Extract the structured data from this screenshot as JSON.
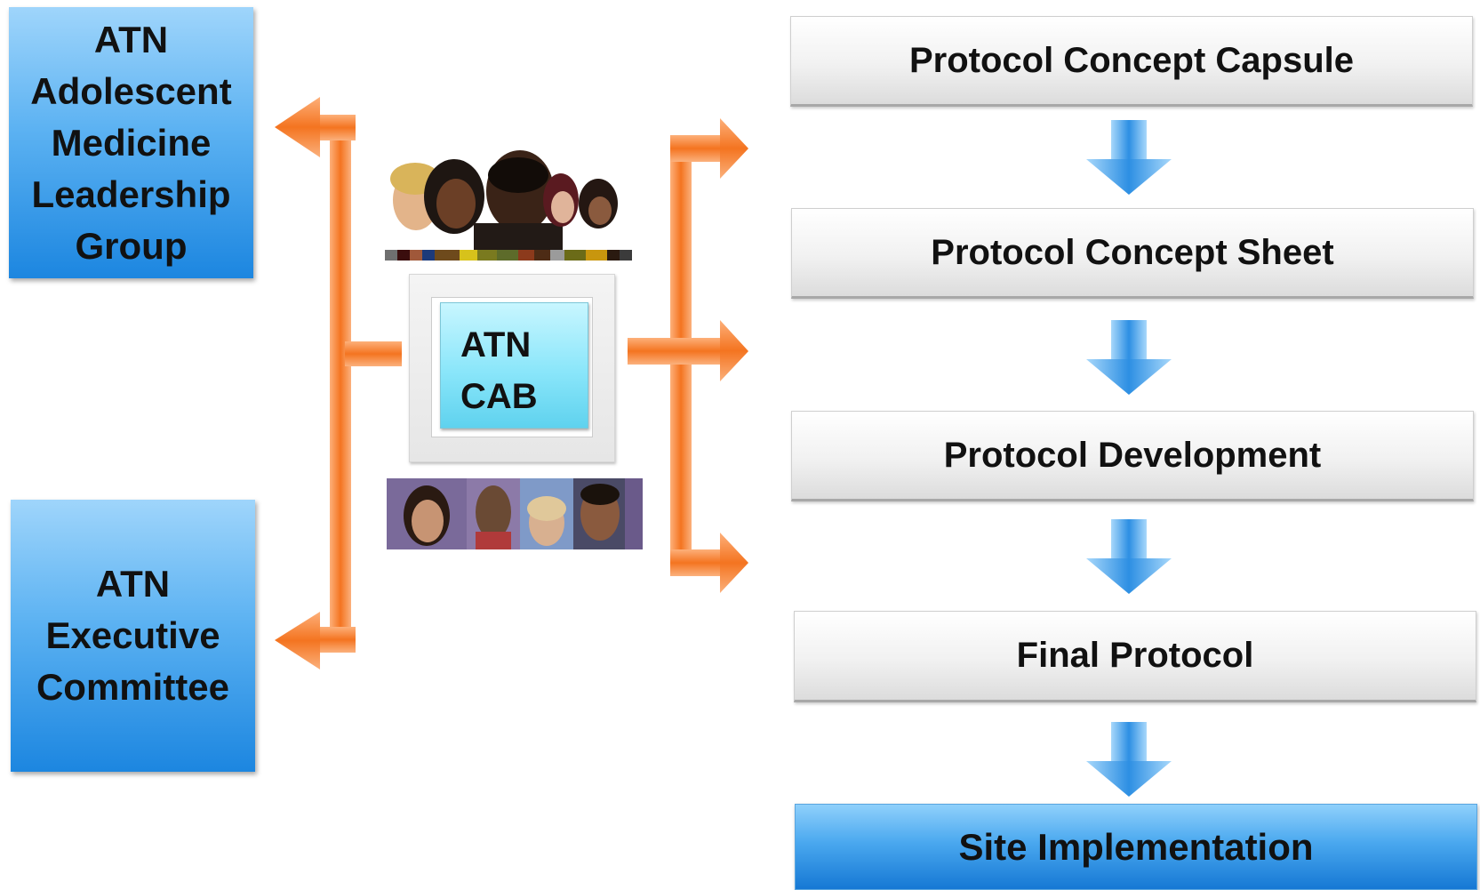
{
  "leadership_box": {
    "lines": [
      "ATN",
      "Adolescent",
      "Medicine",
      "Leadership",
      "Group"
    ]
  },
  "executive_box": {
    "lines": [
      "ATN",
      "Executive",
      "Committee"
    ]
  },
  "cab_box": {
    "lines": [
      "ATN",
      "CAB"
    ]
  },
  "flow_steps": [
    "Protocol Concept Capsule",
    "Protocol Concept Sheet",
    "Protocol Development",
    "Final Protocol",
    "Site Implementation"
  ],
  "colors": {
    "blue_box": "#3fa0ea",
    "orange_arrow": "#f47a2a",
    "blue_arrow": "#3d9be6",
    "cab_cyan": "#8ae6fa",
    "grey_step": "#eeeeee"
  }
}
